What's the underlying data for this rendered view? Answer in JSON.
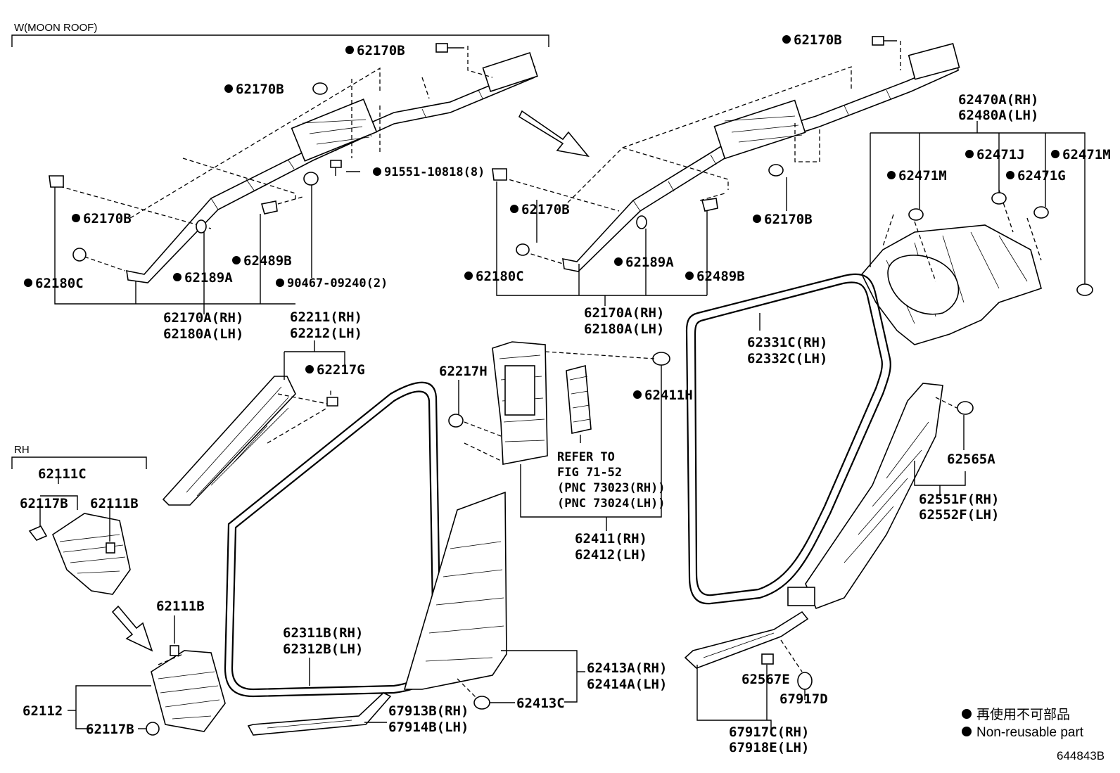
{
  "headers": {
    "moon_roof": "W(MOON ROOF)",
    "rh": "RH"
  },
  "labels": {
    "l_62170B_top_left": "62170B",
    "l_62170B_upper_left": "62170B",
    "l_62170B_top_right": "62170B",
    "l_91551": "91551-10818(8)",
    "l_62170B_left": "62170B",
    "l_62489B_left": "62489B",
    "l_62180C_left": "62180C",
    "l_62189A_left": "62189A",
    "l_90467": "90467-09240(2)",
    "l_62170A_rh_left": "62170A(RH)",
    "l_62180A_lh_left": "62180A(LH)",
    "l_62170B_mid": "62170B",
    "l_62170B_mid_right": "62170B",
    "l_62180C_mid": "62180C",
    "l_62189A_mid": "62189A",
    "l_62489B_mid": "62489B",
    "l_62170A_rh_mid": "62170A(RH)",
    "l_62180A_lh_mid": "62180A(LH)",
    "l_62470A": "62470A(RH)",
    "l_62480A": "62480A(LH)",
    "l_62471J": "62471J",
    "l_62471M_a": "62471M",
    "l_62471M_b": "62471M",
    "l_62471G": "62471G",
    "l_62211": "62211(RH)",
    "l_62212": "62212(LH)",
    "l_62217G": "62217G",
    "l_62217H": "62217H",
    "l_62411H": "62411H",
    "l_refer1": "REFER TO",
    "l_refer2": "FIG 71-52",
    "l_refer3": "(PNC 73023(RH))",
    "l_refer4": "(PNC 73024(LH))",
    "l_62411": "62411(RH)",
    "l_62412": "62412(LH)",
    "l_62331C": "62331C(RH)",
    "l_62332C": "62332C(LH)",
    "l_62565A": "62565A",
    "l_62551F": "62551F(RH)",
    "l_62552F": "62552F(LH)",
    "l_62111C": "62111C",
    "l_62117B_a": "62117B",
    "l_62111B_a": "62111B",
    "l_62111B_b": "62111B",
    "l_62112": "62112",
    "l_62117B_b": "62117B",
    "l_62311B": "62311B(RH)",
    "l_62312B": "62312B(LH)",
    "l_62413A": "62413A(RH)",
    "l_62414A": "62414A(LH)",
    "l_62413C": "62413C",
    "l_67913B": "67913B(RH)",
    "l_67914B": "67914B(LH)",
    "l_62567E": "62567E",
    "l_67917D": "67917D",
    "l_67917C": "67917C(RH)",
    "l_67918E": "67918E(LH)"
  },
  "legend": {
    "jp": "再使用不可部品",
    "en": "Non-reusable part"
  },
  "figure_code": "644843B"
}
